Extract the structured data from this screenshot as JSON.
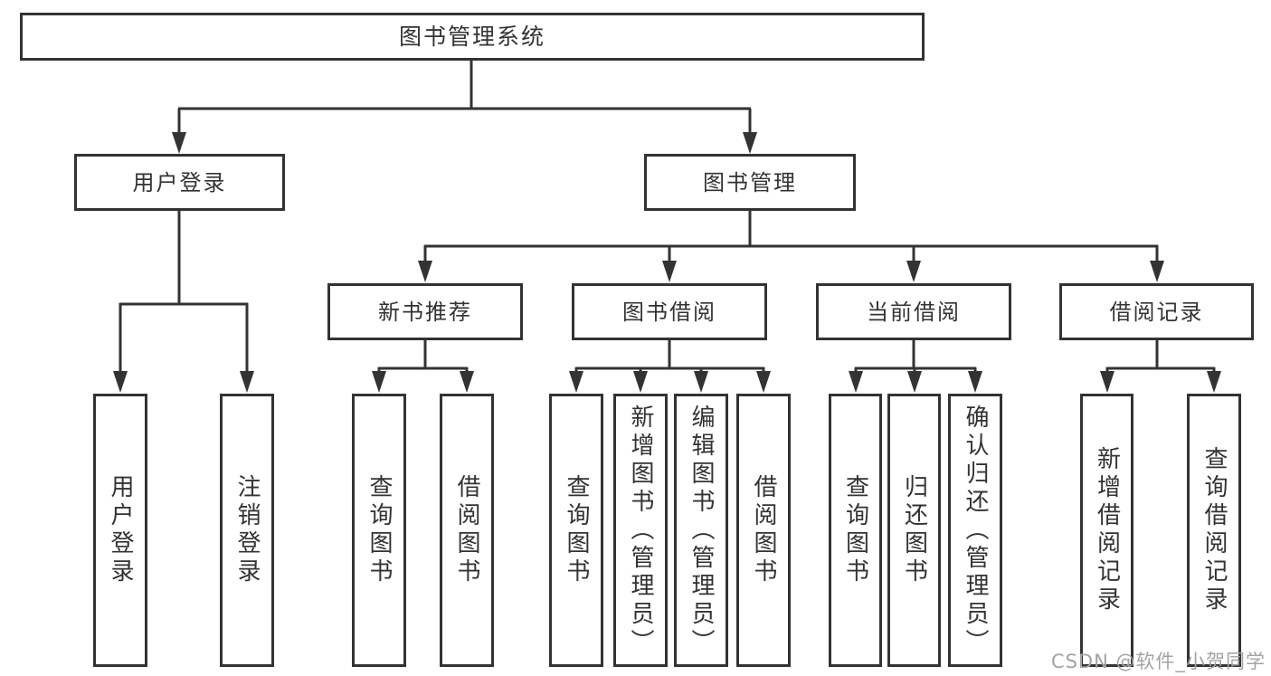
{
  "tree": {
    "root_label": "图书管理系统",
    "user_branch": {
      "label": "用户登录",
      "children": [
        "用户登录",
        "注销登录"
      ]
    },
    "mgmt_branch": {
      "label": "图书管理",
      "groups": [
        {
          "label": "新书推荐",
          "children": [
            "查询图书",
            "借阅图书"
          ]
        },
        {
          "label": "图书借阅",
          "children": [
            "查询图书",
            "新增图书（管理员）",
            "编辑图书（管理员）",
            "借阅图书"
          ]
        },
        {
          "label": "当前借阅",
          "children": [
            "查询图书",
            "归还图书",
            "确认归还（管理员）"
          ]
        },
        {
          "label": "借阅记录",
          "children": [
            "新增借阅记录",
            "查询借阅记录"
          ]
        }
      ]
    }
  },
  "watermark": {
    "text": "CSDN @软件_小贺同学"
  },
  "colors": {
    "line": "#333333",
    "text": "#333333",
    "background": "#ffffff",
    "watermark": "#a3a3a3"
  }
}
